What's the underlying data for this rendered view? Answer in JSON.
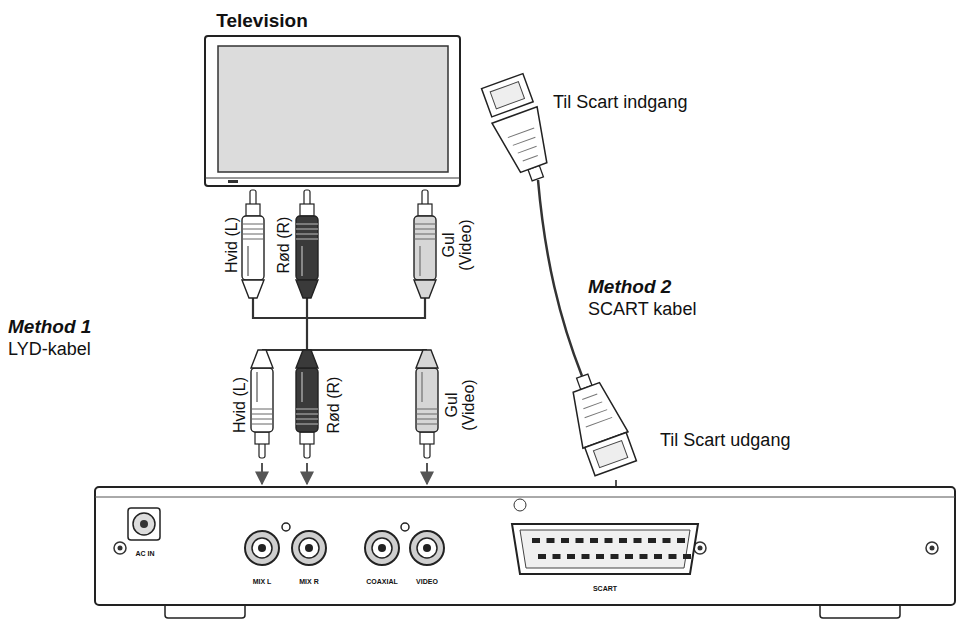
{
  "diagram": {
    "nodes": [
      {
        "text": [
          "Television"
        ]
      },
      {
        "text": [
          "AC IN",
          "MIX L",
          "MIX R",
          "COAXIAL",
          "VIDEO",
          "SCART"
        ]
      }
    ],
    "labels": [
      "Til Scart indgang",
      "Hvid (L)",
      "Rød (R)",
      "Gul (Video)",
      "Method 1",
      "LYD-kabel",
      "Method 2",
      "SCART kabel",
      "Hvid (L)",
      "Rød (R)",
      "Gul (Video)",
      "Til Scart udgang"
    ]
  }
}
